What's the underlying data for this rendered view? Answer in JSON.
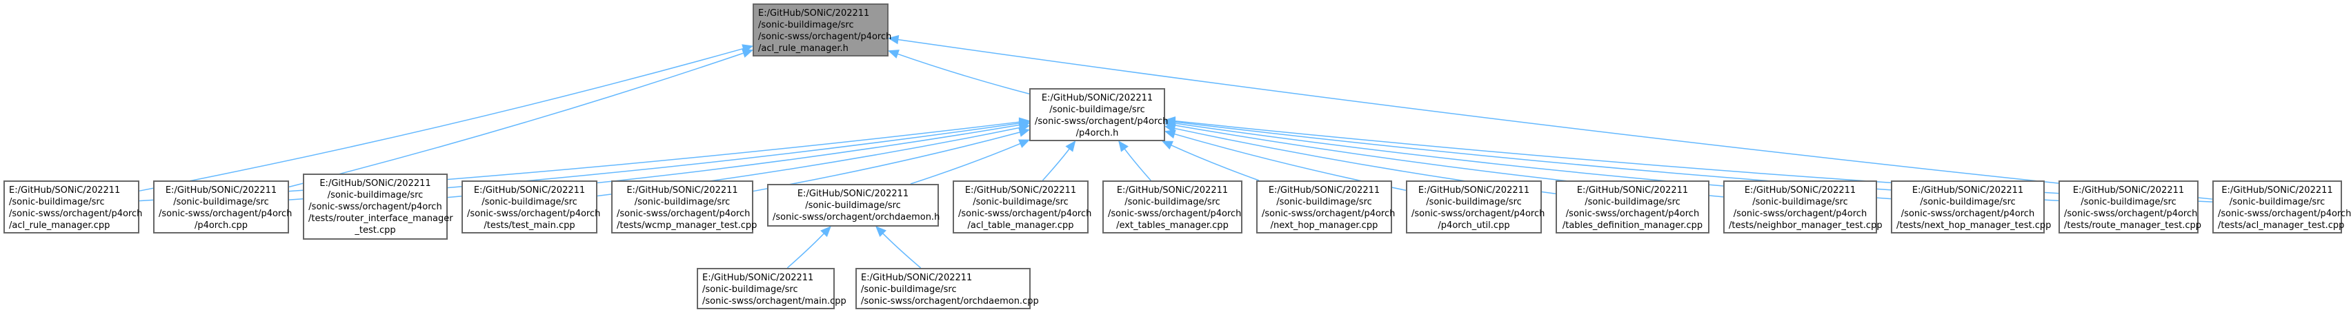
{
  "colors": {
    "edge": "#63b8ff",
    "node_border": "#666666",
    "focus_fill": "#999999",
    "node_fill": "#ffffff"
  },
  "nodes": {
    "acl_rule_manager_h": {
      "lines": [
        "E:/GitHub/SONiC/202211",
        "/sonic-buildimage/src",
        "/sonic-swss/orchagent/p4orch",
        "/acl_rule_manager.h"
      ]
    },
    "p4orch_h": {
      "lines": [
        "E:/GitHub/SONiC/202211",
        "/sonic-buildimage/src",
        "/sonic-swss/orchagent/p4orch",
        "/p4orch.h"
      ]
    },
    "acl_rule_manager_cpp": {
      "lines": [
        "E:/GitHub/SONiC/202211",
        "/sonic-buildimage/src",
        "/sonic-swss/orchagent/p4orch",
        "/acl_rule_manager.cpp"
      ]
    },
    "p4orch_cpp": {
      "lines": [
        "E:/GitHub/SONiC/202211",
        "/sonic-buildimage/src",
        "/sonic-swss/orchagent/p4orch",
        "/p4orch.cpp"
      ]
    },
    "router_interface_manager_test": {
      "lines": [
        "E:/GitHub/SONiC/202211",
        "/sonic-buildimage/src",
        "/sonic-swss/orchagent/p4orch",
        "/tests/router_interface_manager",
        "_test.cpp"
      ]
    },
    "test_main": {
      "lines": [
        "E:/GitHub/SONiC/202211",
        "/sonic-buildimage/src",
        "/sonic-swss/orchagent/p4orch",
        "/tests/test_main.cpp"
      ]
    },
    "wcmp_manager_test": {
      "lines": [
        "E:/GitHub/SONiC/202211",
        "/sonic-buildimage/src",
        "/sonic-swss/orchagent/p4orch",
        "/tests/wcmp_manager_test.cpp"
      ]
    },
    "orchdaemon_h": {
      "lines": [
        "E:/GitHub/SONiC/202211",
        "/sonic-buildimage/src",
        "/sonic-swss/orchagent/orchdaemon.h"
      ]
    },
    "acl_table_manager": {
      "lines": [
        "E:/GitHub/SONiC/202211",
        "/sonic-buildimage/src",
        "/sonic-swss/orchagent/p4orch",
        "/acl_table_manager.cpp"
      ]
    },
    "ext_tables_manager": {
      "lines": [
        "E:/GitHub/SONiC/202211",
        "/sonic-buildimage/src",
        "/sonic-swss/orchagent/p4orch",
        "/ext_tables_manager.cpp"
      ]
    },
    "next_hop_manager": {
      "lines": [
        "E:/GitHub/SONiC/202211",
        "/sonic-buildimage/src",
        "/sonic-swss/orchagent/p4orch",
        "/next_hop_manager.cpp"
      ]
    },
    "p4orch_util": {
      "lines": [
        "E:/GitHub/SONiC/202211",
        "/sonic-buildimage/src",
        "/sonic-swss/orchagent/p4orch",
        "/p4orch_util.cpp"
      ]
    },
    "tables_definition_manager": {
      "lines": [
        "E:/GitHub/SONiC/202211",
        "/sonic-buildimage/src",
        "/sonic-swss/orchagent/p4orch",
        "/tables_definition_manager.cpp"
      ]
    },
    "neighbor_manager_test": {
      "lines": [
        "E:/GitHub/SONiC/202211",
        "/sonic-buildimage/src",
        "/sonic-swss/orchagent/p4orch",
        "/tests/neighbor_manager_test.cpp"
      ]
    },
    "next_hop_manager_test": {
      "lines": [
        "E:/GitHub/SONiC/202211",
        "/sonic-buildimage/src",
        "/sonic-swss/orchagent/p4orch",
        "/tests/next_hop_manager_test.cpp"
      ]
    },
    "route_manager_test": {
      "lines": [
        "E:/GitHub/SONiC/202211",
        "/sonic-buildimage/src",
        "/sonic-swss/orchagent/p4orch",
        "/tests/route_manager_test.cpp"
      ]
    },
    "acl_manager_test": {
      "lines": [
        "E:/GitHub/SONiC/202211",
        "/sonic-buildimage/src",
        "/sonic-swss/orchagent/p4orch",
        "/tests/acl_manager_test.cpp"
      ]
    },
    "main_cpp": {
      "lines": [
        "E:/GitHub/SONiC/202211",
        "/sonic-buildimage/src",
        "/sonic-swss/orchagent/main.cpp"
      ]
    },
    "orchdaemon_cpp": {
      "lines": [
        "E:/GitHub/SONiC/202211",
        "/sonic-buildimage/src",
        "/sonic-swss/orchagent/orchdaemon.cpp"
      ]
    }
  },
  "edges": [
    [
      "p4orch_h",
      "acl_rule_manager_h"
    ],
    [
      "acl_rule_manager_cpp",
      "acl_rule_manager_h"
    ],
    [
      "p4orch_cpp",
      "acl_rule_manager_h"
    ],
    [
      "acl_manager_test",
      "acl_rule_manager_h"
    ],
    [
      "acl_rule_manager_cpp",
      "p4orch_h"
    ],
    [
      "p4orch_cpp",
      "p4orch_h"
    ],
    [
      "router_interface_manager_test",
      "p4orch_h"
    ],
    [
      "test_main",
      "p4orch_h"
    ],
    [
      "wcmp_manager_test",
      "p4orch_h"
    ],
    [
      "orchdaemon_h",
      "p4orch_h"
    ],
    [
      "acl_table_manager",
      "p4orch_h"
    ],
    [
      "ext_tables_manager",
      "p4orch_h"
    ],
    [
      "next_hop_manager",
      "p4orch_h"
    ],
    [
      "p4orch_util",
      "p4orch_h"
    ],
    [
      "tables_definition_manager",
      "p4orch_h"
    ],
    [
      "neighbor_manager_test",
      "p4orch_h"
    ],
    [
      "next_hop_manager_test",
      "p4orch_h"
    ],
    [
      "route_manager_test",
      "p4orch_h"
    ],
    [
      "acl_manager_test",
      "p4orch_h"
    ],
    [
      "main_cpp",
      "orchdaemon_h"
    ],
    [
      "orchdaemon_cpp",
      "orchdaemon_h"
    ]
  ]
}
